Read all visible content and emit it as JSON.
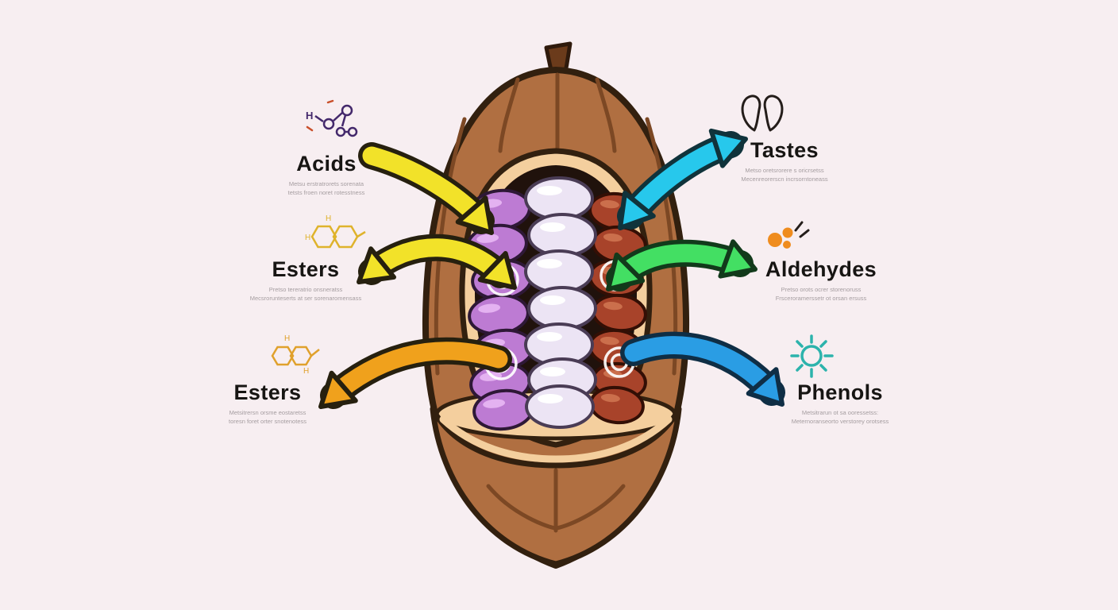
{
  "callouts": {
    "acids": {
      "title": "Acids",
      "sub1": "Metsu erstratrorets sorenata",
      "sub2": "tetsts froen noret rotesstness"
    },
    "esters_mid": {
      "title": "Esters",
      "sub1": "Pretso tereratrio onsneratss",
      "sub2": "Mecsrorunteserts at ser sorenaromensass"
    },
    "esters_bottom": {
      "title": "Esters",
      "sub1": "Metsitrersn orsme eostaretss",
      "sub2": "toresn foret orter snotenotess"
    },
    "tastes": {
      "title": "Tastes",
      "sub1": "Metso oretsrorere s oricrsetss",
      "sub2": "Mecenreorerscn incrsorntoneass"
    },
    "aldehydes": {
      "title": "Aldehydes",
      "sub1": "Pretso orots ocrer storenoruss",
      "sub2": "Frsceroramerssetr ot orsan ersuss"
    },
    "phenols": {
      "title": "Phenols",
      "sub1": "Metsitrarun ot sa ooressetss:",
      "sub2": "Meternoranseorto verstorey orotsess"
    }
  },
  "colors": {
    "background": "#f7eef1",
    "arrow_yellow": "#f2e229",
    "arrow_orange": "#f0a11c",
    "arrow_cyan": "#27c8ec",
    "arrow_green": "#43df63",
    "arrow_blue": "#2a9de4",
    "pod_brown": "#b06f41",
    "pod_outline": "#32200f",
    "rim_cream": "#f4cf9e",
    "cavity_dark": "#20120c",
    "bean_purple": "#bd7bd3",
    "bean_pale": "#ece4f4",
    "bean_red": "#a8432a"
  },
  "icons": {
    "acids": "molecule-icon",
    "esters_mid": "aromatic-ring-icon",
    "esters_bottom": "aromatic-ring-icon",
    "tastes": "taste-buds-icon",
    "aldehydes": "aldehyde-droplets-icon",
    "phenols": "phenol-sunburst-icon"
  }
}
